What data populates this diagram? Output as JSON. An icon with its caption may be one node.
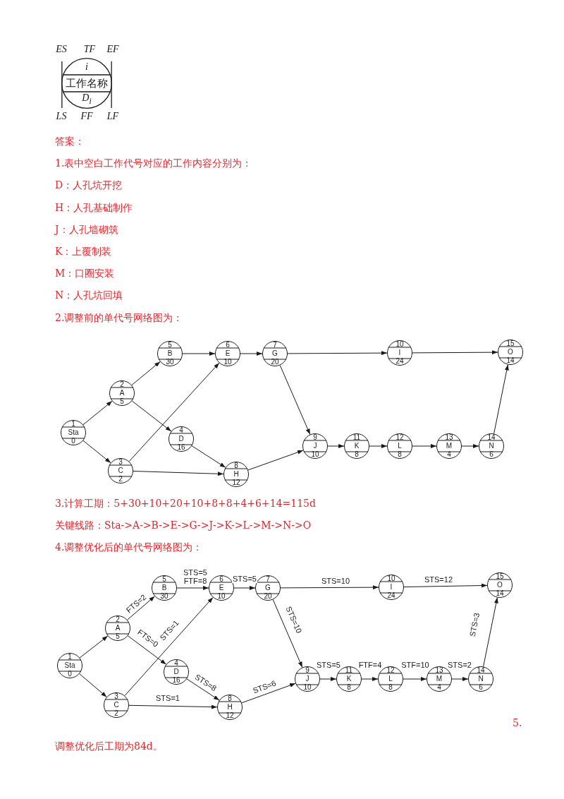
{
  "diagram": {
    "nodes": [
      {
        "text": [
          "i",
          "工作名称",
          "D$_{i}$"
        ],
        "beside": [
          "ES",
          "TF",
          "EF",
          "LS",
          "FF",
          "LF"
        ]
      },
      {
        "text": [
          "1",
          "Sta",
          "0"
        ]
      },
      {
        "text": [
          "2",
          "A",
          "5"
        ]
      },
      {
        "text": [
          "3",
          "C",
          "2"
        ]
      },
      {
        "text": [
          "4",
          "D",
          "16"
        ]
      },
      {
        "text": [
          "5",
          "B",
          "30"
        ]
      },
      {
        "text": [
          "6",
          "E",
          "10"
        ]
      },
      {
        "text": [
          "7",
          "G",
          "20"
        ]
      },
      {
        "text": [
          "8",
          "H",
          "12"
        ]
      },
      {
        "text": [
          "9",
          "J",
          "10"
        ]
      },
      {
        "text": [
          "10",
          "I",
          "24"
        ]
      },
      {
        "text": [
          "11",
          "K",
          "8"
        ]
      },
      {
        "text": [
          "12",
          "L",
          "8"
        ]
      },
      {
        "text": [
          "13",
          "M",
          "4"
        ]
      },
      {
        "text": [
          "14",
          "N",
          "6"
        ]
      },
      {
        "text": [
          "15",
          "O",
          "14"
        ]
      },
      {
        "text": [
          "1",
          "Sta",
          "0"
        ]
      },
      {
        "text": [
          "2",
          "A",
          "5"
        ]
      },
      {
        "text": [
          "3",
          "C",
          "2"
        ]
      },
      {
        "text": [
          "4",
          "D",
          "16"
        ]
      },
      {
        "text": [
          "5",
          "B",
          "30"
        ]
      },
      {
        "text": [
          "6",
          "E",
          "10"
        ]
      },
      {
        "text": [
          "7",
          "G",
          "20"
        ]
      },
      {
        "text": [
          "8",
          "H",
          "12"
        ]
      },
      {
        "text": [
          "9",
          "J",
          "10"
        ]
      },
      {
        "text": [
          "10",
          "I",
          "24"
        ]
      },
      {
        "text": [
          "11",
          "K",
          "8"
        ]
      },
      {
        "text": [
          "12",
          "L",
          "8"
        ]
      },
      {
        "text": [
          "13",
          "M",
          "4"
        ]
      },
      {
        "text": [
          "14",
          "N",
          "6"
        ]
      },
      {
        "text": [
          "15",
          "O",
          "14"
        ]
      }
    ],
    "edges": [
      {
        "from": 1,
        "to": 2,
        "arrow": "to"
      },
      {
        "from": 1,
        "to": 3,
        "arrow": "to"
      },
      {
        "from": 2,
        "to": 5,
        "arrow": "to"
      },
      {
        "from": 2,
        "to": 4,
        "arrow": "to"
      },
      {
        "from": 5,
        "to": 6,
        "arrow": "to"
      },
      {
        "from": 3,
        "to": 6,
        "arrow": "to"
      },
      {
        "from": 3,
        "to": 8,
        "arrow": "to"
      },
      {
        "from": 4,
        "to": 8,
        "arrow": "to"
      },
      {
        "from": 6,
        "to": 7,
        "arrow": "to"
      },
      {
        "from": 7,
        "to": 10,
        "arrow": "to"
      },
      {
        "from": 7,
        "to": 9,
        "arrow": "to"
      },
      {
        "from": 8,
        "to": 9,
        "arrow": "to"
      },
      {
        "from": 10,
        "to": 15,
        "arrow": "to"
      },
      {
        "from": 9,
        "to": 11,
        "arrow": "to"
      },
      {
        "from": 11,
        "to": 12,
        "arrow": "to"
      },
      {
        "from": 12,
        "to": 13,
        "arrow": "to"
      },
      {
        "from": 13,
        "to": 14,
        "arrow": "to"
      },
      {
        "from": 14,
        "to": 15,
        "arrow": "to"
      },
      {
        "from": 16,
        "to": 17,
        "arrow": "to"
      },
      {
        "from": 16,
        "to": 18,
        "arrow": "to"
      },
      {
        "from": 17,
        "to": 20,
        "arrow": "to",
        "label": "FTS=2"
      },
      {
        "from": 17,
        "to": 19,
        "arrow": "to",
        "label": "FTS=0"
      },
      {
        "from": 20,
        "to": 21,
        "arrow": "to",
        "label": "STS=5 FTF=8"
      },
      {
        "from": 18,
        "to": 21,
        "arrow": "to",
        "label": "STS=1"
      },
      {
        "from": 18,
        "to": 23,
        "arrow": "to",
        "label": "STS=1"
      },
      {
        "from": 19,
        "to": 23,
        "arrow": "to",
        "label": "STS=8"
      },
      {
        "from": 21,
        "to": 22,
        "arrow": "to",
        "label": "STS=5"
      },
      {
        "from": 22,
        "to": 25,
        "arrow": "to",
        "label": "STS=10"
      },
      {
        "from": 22,
        "to": 24,
        "arrow": "to",
        "label": "STS=10"
      },
      {
        "from": 23,
        "to": 24,
        "arrow": "to",
        "label": "STS=6"
      },
      {
        "from": 25,
        "to": 30,
        "arrow": "to",
        "label": "STS=12"
      },
      {
        "from": 24,
        "to": 26,
        "arrow": "to",
        "label": "STS=5"
      },
      {
        "from": 26,
        "to": 27,
        "arrow": "to",
        "label": "FTF=4"
      },
      {
        "from": 27,
        "to": 28,
        "arrow": "to",
        "label": "STF=10"
      },
      {
        "from": 28,
        "to": 29,
        "arrow": "to",
        "label": "STS=2"
      },
      {
        "from": 29,
        "to": 30,
        "arrow": "to",
        "label": "STS=3"
      }
    ],
    "labels": [
      "答案：",
      "1.表中空白工作代号对应的工作内容分别为：",
      "D：人孔坑开挖",
      "H：人孔基础制作",
      "J：人孔墙砌筑",
      "K：上覆制装",
      "M：口圈安装",
      "N：人孔坑回填",
      "2.调整前的单代号网络图为：",
      "3.计算工期：5+30+10+20+10+8+8+4+6+14=115d",
      "关键线路：Sta->A->B->E->G->J->K->L->M->N->O",
      "4.调整优化后的单代号网络图为：",
      "5.",
      "调整优化后工期为84d。"
    ]
  }
}
